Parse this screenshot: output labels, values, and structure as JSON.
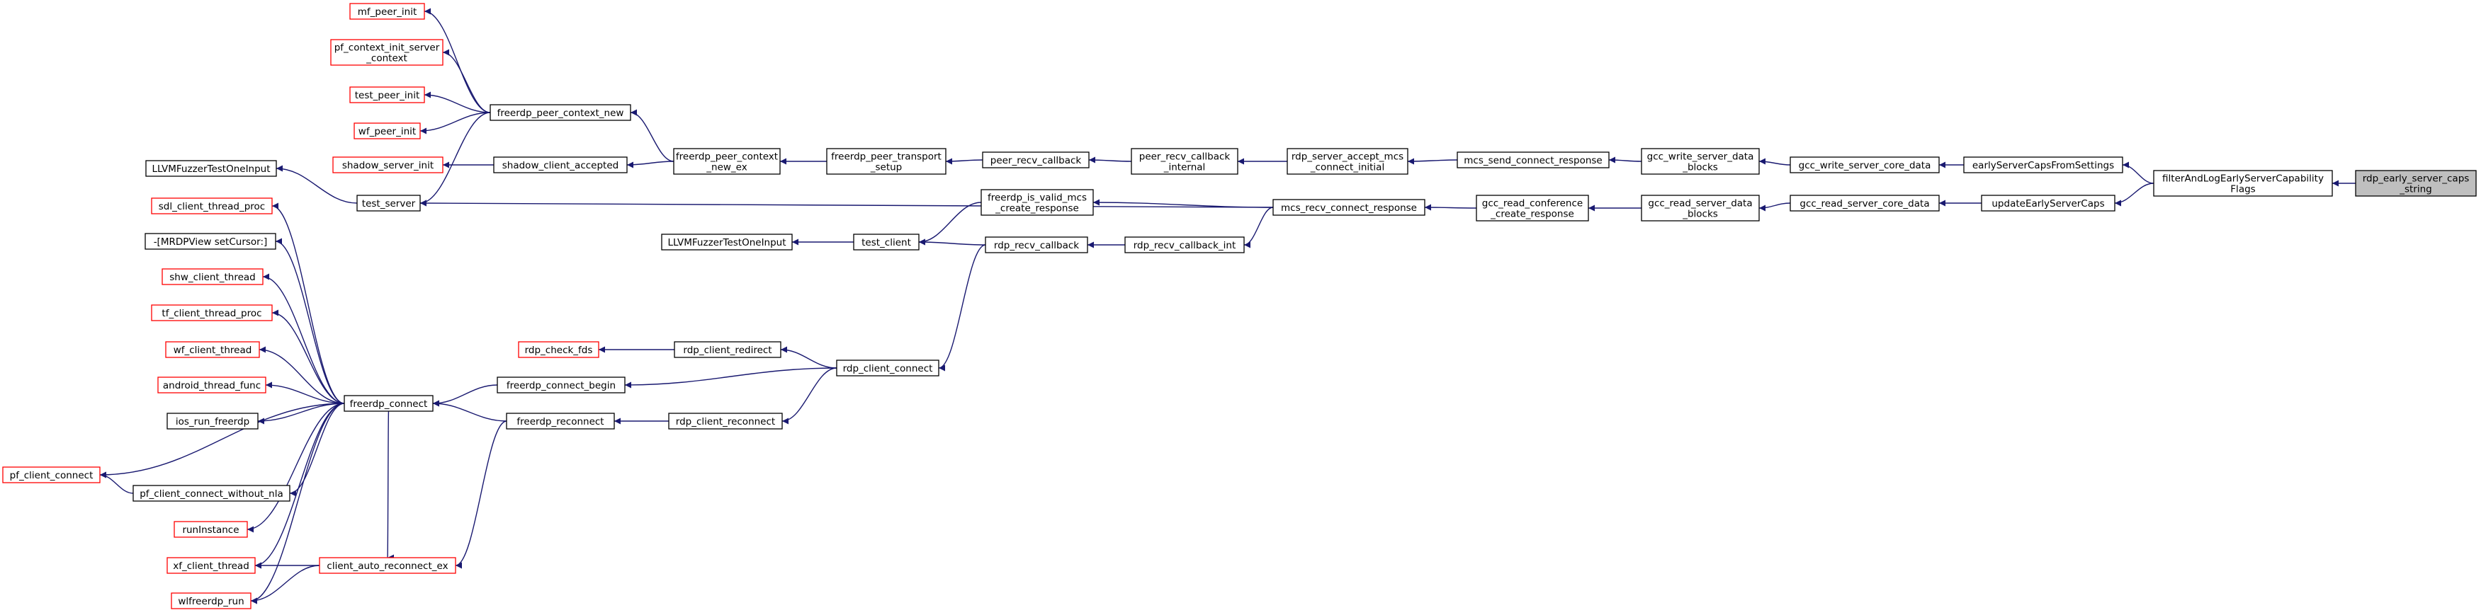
{
  "colors": {
    "edge": "#191970",
    "node_border_normal": "#000000",
    "node_border_truncated": "#ff0000",
    "node_fill": "#ffffff",
    "node_fill_focus": "#bfbfbf"
  },
  "nodes": [
    {
      "id": "rdp_early_server_caps_string",
      "lines": [
        "rdp_early_server_caps",
        "_string"
      ],
      "style": "focus"
    },
    {
      "id": "filterAndLogEarlyServerCapabilityFlags",
      "lines": [
        "filterAndLogEarlyServerCapability",
        "Flags"
      ],
      "style": "normal"
    },
    {
      "id": "earlyServerCapsFromSettings",
      "lines": [
        "earlyServerCapsFromSettings"
      ],
      "style": "normal"
    },
    {
      "id": "updateEarlyServerCaps",
      "lines": [
        "updateEarlyServerCaps"
      ],
      "style": "normal"
    },
    {
      "id": "gcc_write_server_core_data",
      "lines": [
        "gcc_write_server_core_data"
      ],
      "style": "normal"
    },
    {
      "id": "gcc_read_server_core_data",
      "lines": [
        "gcc_read_server_core_data"
      ],
      "style": "normal"
    },
    {
      "id": "gcc_write_server_data_blocks",
      "lines": [
        "gcc_write_server_data",
        "_blocks"
      ],
      "style": "normal"
    },
    {
      "id": "gcc_read_server_data_blocks",
      "lines": [
        "gcc_read_server_data",
        "_blocks"
      ],
      "style": "normal"
    },
    {
      "id": "mcs_send_connect_response",
      "lines": [
        "mcs_send_connect_response"
      ],
      "style": "normal"
    },
    {
      "id": "gcc_read_conference_create_response",
      "lines": [
        "gcc_read_conference",
        "_create_response"
      ],
      "style": "normal"
    },
    {
      "id": "rdp_server_accept_mcs_connect_initial",
      "lines": [
        "rdp_server_accept_mcs",
        "_connect_initial"
      ],
      "style": "normal"
    },
    {
      "id": "mcs_recv_connect_response",
      "lines": [
        "mcs_recv_connect_response"
      ],
      "style": "normal"
    },
    {
      "id": "peer_recv_callback_internal",
      "lines": [
        "peer_recv_callback",
        "_internal"
      ],
      "style": "normal"
    },
    {
      "id": "peer_recv_callback",
      "lines": [
        "peer_recv_callback"
      ],
      "style": "normal"
    },
    {
      "id": "freerdp_peer_transport_setup",
      "lines": [
        "freerdp_peer_transport",
        "_setup"
      ],
      "style": "normal"
    },
    {
      "id": "freerdp_peer_context_new_ex",
      "lines": [
        "freerdp_peer_context",
        "_new_ex"
      ],
      "style": "normal"
    },
    {
      "id": "freerdp_peer_context_new",
      "lines": [
        "freerdp_peer_context_new"
      ],
      "style": "normal"
    },
    {
      "id": "shadow_client_accepted",
      "lines": [
        "shadow_client_accepted"
      ],
      "style": "normal"
    },
    {
      "id": "mf_peer_init",
      "lines": [
        "mf_peer_init"
      ],
      "style": "truncated"
    },
    {
      "id": "pf_context_init_server_context",
      "lines": [
        "pf_context_init_server",
        "_context"
      ],
      "style": "truncated"
    },
    {
      "id": "test_peer_init",
      "lines": [
        "test_peer_init"
      ],
      "style": "truncated"
    },
    {
      "id": "wf_peer_init",
      "lines": [
        "wf_peer_init"
      ],
      "style": "truncated"
    },
    {
      "id": "shadow_server_init",
      "lines": [
        "shadow_server_init"
      ],
      "style": "truncated"
    },
    {
      "id": "LLVMFuzzerTestOneInput_1",
      "lines": [
        "LLVMFuzzerTestOneInput"
      ],
      "style": "normal"
    },
    {
      "id": "test_server",
      "lines": [
        "test_server"
      ],
      "style": "normal"
    },
    {
      "id": "freerdp_is_valid_mcs_create_response",
      "lines": [
        "freerdp_is_valid_mcs",
        "_create_response"
      ],
      "style": "normal"
    },
    {
      "id": "LLVMFuzzerTestOneInput_2",
      "lines": [
        "LLVMFuzzerTestOneInput"
      ],
      "style": "normal"
    },
    {
      "id": "test_client",
      "lines": [
        "test_client"
      ],
      "style": "normal"
    },
    {
      "id": "rdp_recv_callback",
      "lines": [
        "rdp_recv_callback"
      ],
      "style": "normal"
    },
    {
      "id": "rdp_recv_callback_int",
      "lines": [
        "rdp_recv_callback_int"
      ],
      "style": "normal"
    },
    {
      "id": "rdp_check_fds",
      "lines": [
        "rdp_check_fds"
      ],
      "style": "truncated"
    },
    {
      "id": "rdp_client_redirect",
      "lines": [
        "rdp_client_redirect"
      ],
      "style": "normal"
    },
    {
      "id": "rdp_client_connect",
      "lines": [
        "rdp_client_connect"
      ],
      "style": "normal"
    },
    {
      "id": "freerdp_connect_begin",
      "lines": [
        "freerdp_connect_begin"
      ],
      "style": "normal"
    },
    {
      "id": "freerdp_reconnect",
      "lines": [
        "freerdp_reconnect"
      ],
      "style": "normal"
    },
    {
      "id": "rdp_client_reconnect",
      "lines": [
        "rdp_client_reconnect"
      ],
      "style": "normal"
    },
    {
      "id": "freerdp_connect",
      "lines": [
        "freerdp_connect"
      ],
      "style": "normal"
    },
    {
      "id": "sdl_client_thread_proc",
      "lines": [
        "sdl_client_thread_proc"
      ],
      "style": "truncated"
    },
    {
      "id": "MRDPView_setCursor",
      "lines": [
        "-[MRDPView setCursor:]"
      ],
      "style": "normal"
    },
    {
      "id": "shw_client_thread",
      "lines": [
        "shw_client_thread"
      ],
      "style": "truncated"
    },
    {
      "id": "tf_client_thread_proc",
      "lines": [
        "tf_client_thread_proc"
      ],
      "style": "truncated"
    },
    {
      "id": "wf_client_thread",
      "lines": [
        "wf_client_thread"
      ],
      "style": "truncated"
    },
    {
      "id": "android_thread_func",
      "lines": [
        "android_thread_func"
      ],
      "style": "truncated"
    },
    {
      "id": "ios_run_freerdp",
      "lines": [
        "ios_run_freerdp"
      ],
      "style": "normal"
    },
    {
      "id": "pf_client_connect",
      "lines": [
        "pf_client_connect"
      ],
      "style": "truncated"
    },
    {
      "id": "pf_client_connect_without_nla",
      "lines": [
        "pf_client_connect_without_nla"
      ],
      "style": "normal"
    },
    {
      "id": "runInstance",
      "lines": [
        "runInstance"
      ],
      "style": "truncated"
    },
    {
      "id": "xf_client_thread",
      "lines": [
        "xf_client_thread"
      ],
      "style": "truncated"
    },
    {
      "id": "client_auto_reconnect_ex",
      "lines": [
        "client_auto_reconnect_ex"
      ],
      "style": "truncated"
    },
    {
      "id": "wlfreerdp_run",
      "lines": [
        "wlfreerdp_run"
      ],
      "style": "truncated"
    }
  ],
  "edges": [
    [
      "filterAndLogEarlyServerCapabilityFlags",
      "rdp_early_server_caps_string"
    ],
    [
      "earlyServerCapsFromSettings",
      "filterAndLogEarlyServerCapabilityFlags"
    ],
    [
      "updateEarlyServerCaps",
      "filterAndLogEarlyServerCapabilityFlags"
    ],
    [
      "gcc_write_server_core_data",
      "earlyServerCapsFromSettings"
    ],
    [
      "gcc_read_server_core_data",
      "updateEarlyServerCaps"
    ],
    [
      "gcc_write_server_data_blocks",
      "gcc_write_server_core_data"
    ],
    [
      "gcc_read_server_data_blocks",
      "gcc_read_server_core_data"
    ],
    [
      "mcs_send_connect_response",
      "gcc_write_server_data_blocks"
    ],
    [
      "gcc_read_conference_create_response",
      "gcc_read_server_data_blocks"
    ],
    [
      "rdp_server_accept_mcs_connect_initial",
      "mcs_send_connect_response"
    ],
    [
      "mcs_recv_connect_response",
      "gcc_read_conference_create_response"
    ],
    [
      "peer_recv_callback_internal",
      "rdp_server_accept_mcs_connect_initial"
    ],
    [
      "peer_recv_callback",
      "peer_recv_callback_internal"
    ],
    [
      "freerdp_peer_transport_setup",
      "peer_recv_callback"
    ],
    [
      "freerdp_peer_context_new_ex",
      "freerdp_peer_transport_setup"
    ],
    [
      "freerdp_peer_context_new",
      "freerdp_peer_context_new_ex"
    ],
    [
      "shadow_client_accepted",
      "freerdp_peer_context_new_ex"
    ],
    [
      "mf_peer_init",
      "freerdp_peer_context_new"
    ],
    [
      "pf_context_init_server_context",
      "freerdp_peer_context_new"
    ],
    [
      "test_peer_init",
      "freerdp_peer_context_new"
    ],
    [
      "wf_peer_init",
      "freerdp_peer_context_new"
    ],
    [
      "test_server",
      "freerdp_peer_context_new"
    ],
    [
      "shadow_server_init",
      "shadow_client_accepted"
    ],
    [
      "LLVMFuzzerTestOneInput_1",
      "test_server"
    ],
    [
      "freerdp_is_valid_mcs_create_response",
      "mcs_recv_connect_response"
    ],
    [
      "test_server",
      "mcs_recv_connect_response"
    ],
    [
      "rdp_recv_callback_int",
      "mcs_recv_connect_response"
    ],
    [
      "test_client",
      "freerdp_is_valid_mcs_create_response"
    ],
    [
      "LLVMFuzzerTestOneInput_2",
      "test_client"
    ],
    [
      "test_client",
      "rdp_recv_callback"
    ],
    [
      "rdp_recv_callback",
      "rdp_recv_callback_int"
    ],
    [
      "rdp_client_connect",
      "rdp_recv_callback"
    ],
    [
      "rdp_check_fds",
      "rdp_client_redirect"
    ],
    [
      "rdp_client_redirect",
      "rdp_client_connect"
    ],
    [
      "freerdp_connect_begin",
      "rdp_client_connect"
    ],
    [
      "rdp_client_reconnect",
      "rdp_client_connect"
    ],
    [
      "freerdp_reconnect",
      "rdp_client_reconnect"
    ],
    [
      "freerdp_connect",
      "freerdp_connect_begin"
    ],
    [
      "freerdp_connect",
      "freerdp_reconnect"
    ],
    [
      "client_auto_reconnect_ex",
      "freerdp_reconnect"
    ],
    [
      "sdl_client_thread_proc",
      "freerdp_connect"
    ],
    [
      "MRDPView_setCursor",
      "freerdp_connect"
    ],
    [
      "shw_client_thread",
      "freerdp_connect"
    ],
    [
      "tf_client_thread_proc",
      "freerdp_connect"
    ],
    [
      "wf_client_thread",
      "freerdp_connect"
    ],
    [
      "android_thread_func",
      "freerdp_connect"
    ],
    [
      "ios_run_freerdp",
      "freerdp_connect"
    ],
    [
      "pf_client_connect",
      "freerdp_connect"
    ],
    [
      "pf_client_connect",
      "pf_client_connect_without_nla"
    ],
    [
      "pf_client_connect_without_nla",
      "freerdp_connect"
    ],
    [
      "runInstance",
      "freerdp_connect"
    ],
    [
      "xf_client_thread",
      "freerdp_connect"
    ],
    [
      "xf_client_thread",
      "client_auto_reconnect_ex"
    ],
    [
      "client_auto_reconnect_ex",
      "freerdp_connect"
    ],
    [
      "wlfreerdp_run",
      "freerdp_connect"
    ],
    [
      "wlfreerdp_run",
      "client_auto_reconnect_ex"
    ]
  ]
}
